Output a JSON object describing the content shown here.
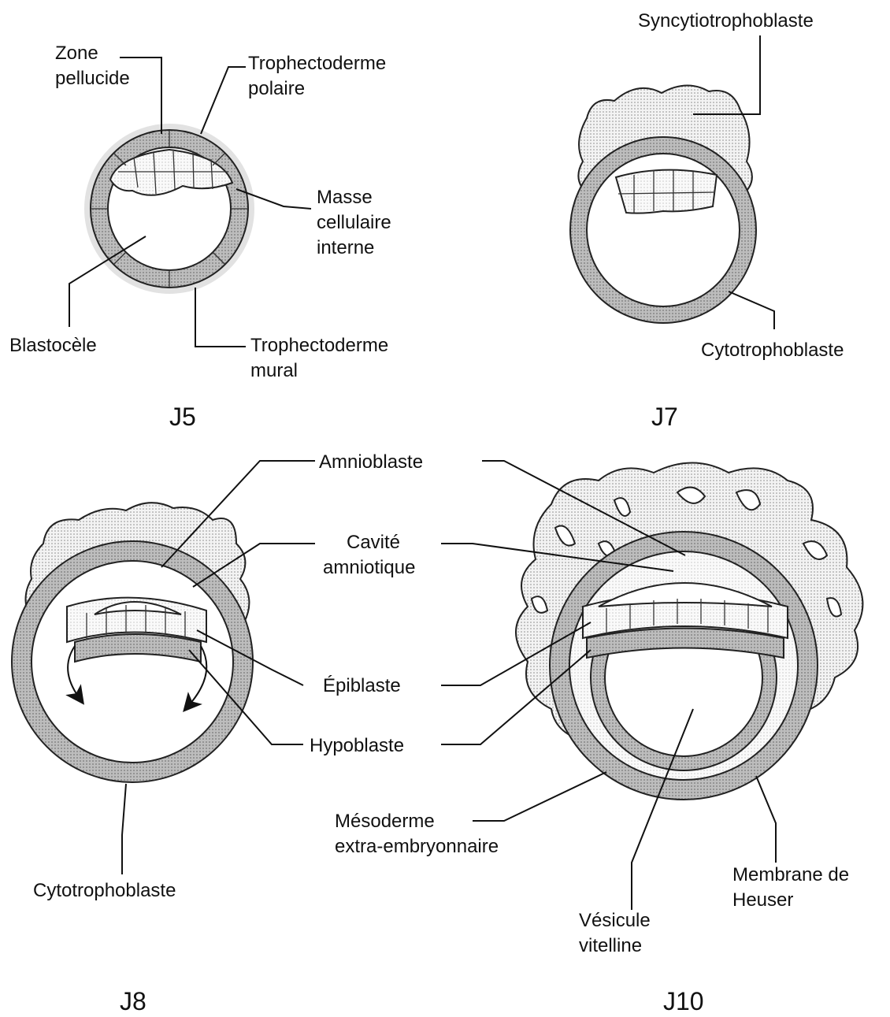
{
  "stages": {
    "j5": "J5",
    "j7": "J7",
    "j8": "J8",
    "j10": "J10"
  },
  "labels": {
    "j5": {
      "zone_pellucide": [
        "Zone",
        "pellucide"
      ],
      "trophectoderme_polaire": [
        "Trophectoderme",
        "polaire"
      ],
      "masse_cellulaire_interne": [
        "Masse",
        "cellulaire",
        "interne"
      ],
      "blastocele": [
        "Blastocèle"
      ],
      "trophectoderme_mural": [
        "Trophectoderme",
        "mural"
      ]
    },
    "j7": {
      "syncytiotrophoblaste": [
        "Syncytiotrophoblaste"
      ],
      "cytotrophoblaste": [
        "Cytotrophoblaste"
      ]
    },
    "shared": {
      "amnioblaste": [
        "Amnioblaste"
      ],
      "cavite_amniotique": [
        "Cavité",
        "amniotique"
      ],
      "epiblaste": [
        "Épiblaste"
      ],
      "hypoblaste": [
        "Hypoblaste"
      ]
    },
    "j8": {
      "cytotrophoblaste": [
        "Cytotrophoblaste"
      ]
    },
    "j10": {
      "mesoderme": [
        "Mésoderme",
        "extra-embryonnaire"
      ],
      "vesicule": [
        "Vésicule",
        "vitelline"
      ],
      "membrane_heuser": [
        "Membrane de",
        "Heuser"
      ]
    }
  },
  "colors": {
    "ink": "#111111",
    "trophoblast_fill": "#b9b9b9",
    "syncytio_fill": "#f0f0f0",
    "zona_halo": "#c8c8c8"
  }
}
